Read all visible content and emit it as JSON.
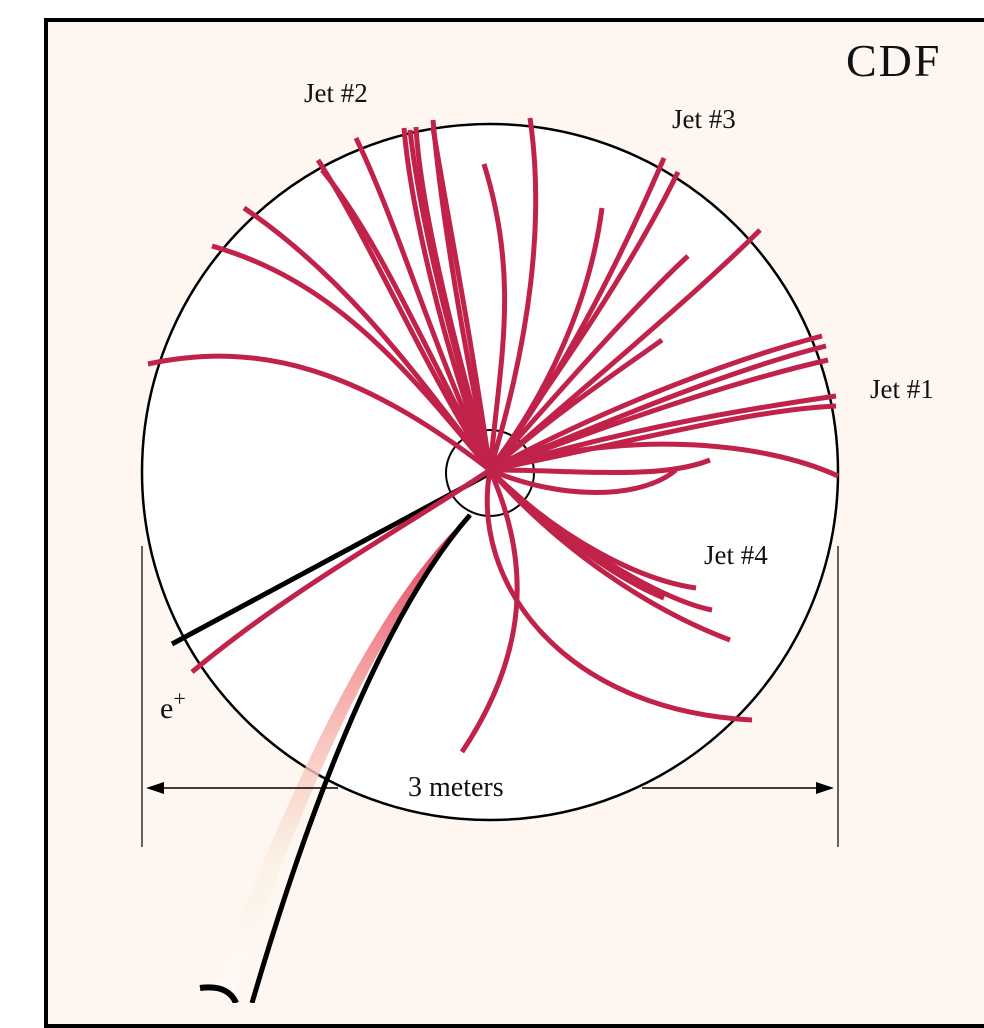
{
  "title": "CDF",
  "jets": [
    {
      "label": "Jet #1"
    },
    {
      "label": "Jet #2"
    },
    {
      "label": "Jet #3"
    },
    {
      "label": "Jet #4"
    }
  ],
  "positron_label": "e",
  "positron_sup": "+",
  "scale_label": "3 meters",
  "colors": {
    "track": "#c0224a",
    "frame": "#000000",
    "background": "#fdf6f1",
    "detector": "#ffffff"
  }
}
